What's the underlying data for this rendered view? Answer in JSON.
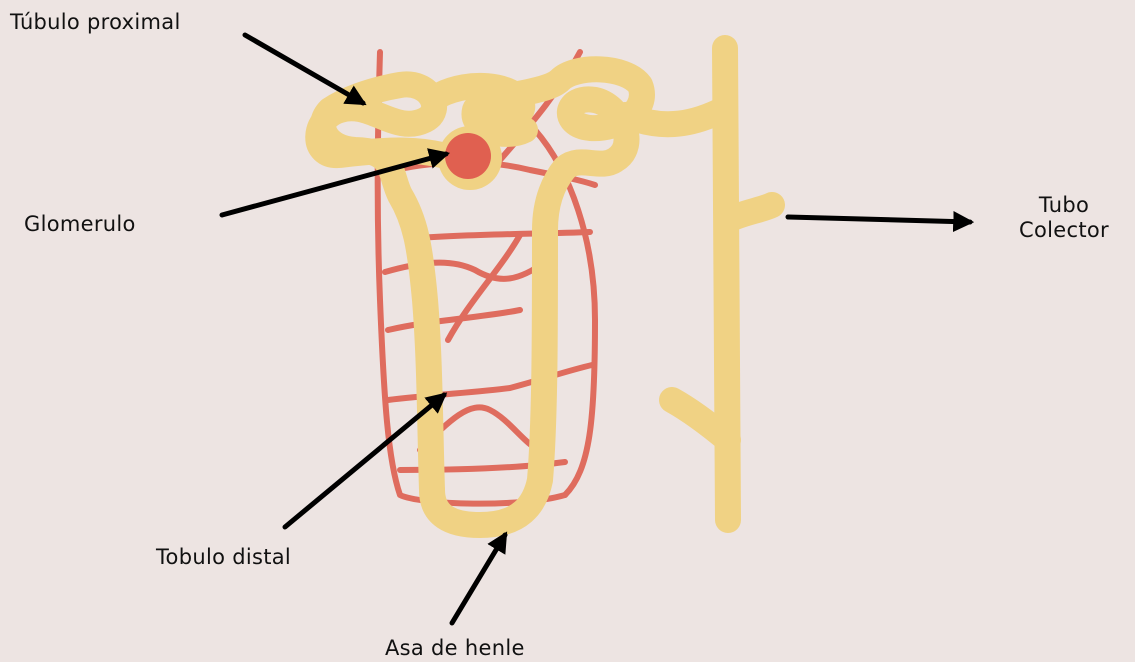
{
  "labels": {
    "tubulo_proximal": "Túbulo proximal",
    "glomerulo": "Glomerulo",
    "tubo_colector": [
      "Tubo",
      "Colector"
    ],
    "tobulo_distal": "Tobulo distal",
    "asa_de_henle": "Asa de henle"
  },
  "colors": {
    "background": "#ede4e2",
    "tubule": "#f0d284",
    "vessel": "#df6c5e",
    "glomerulus": "#e06050",
    "arrow": "#000000"
  }
}
